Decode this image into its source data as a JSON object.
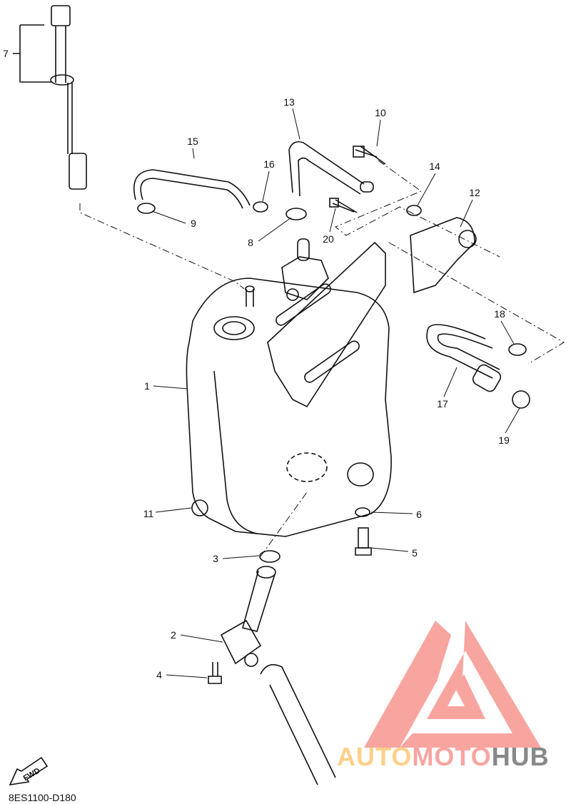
{
  "diagram": {
    "code": "8ES1100-D180",
    "fwd_label": "FWD",
    "callouts": [
      "1",
      "2",
      "3",
      "4",
      "5",
      "6",
      "7",
      "8",
      "9",
      "10",
      "11",
      "12",
      "13",
      "14",
      "15",
      "16",
      "17",
      "18",
      "19",
      "20"
    ]
  },
  "watermark": {
    "brand_part1": "AUTO",
    "brand_part2": "MOTO",
    "brand_part3": "HUB",
    "colors": {
      "logo": "#f8a5a0",
      "auto": "#fdd08a",
      "hub": "#888888"
    }
  }
}
